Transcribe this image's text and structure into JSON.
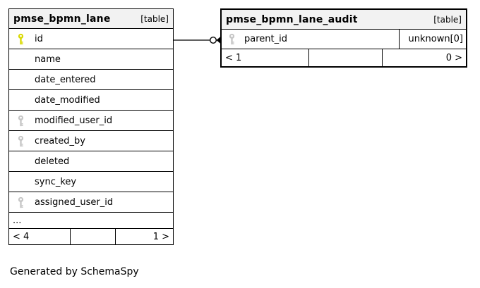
{
  "diagram": {
    "generated_by": "Generated by SchemaSpy",
    "relationship": {
      "from_table": "pmse_bpmn_lane",
      "from_column": "id",
      "to_table": "pmse_bpmn_lane_audit",
      "to_column": "parent_id",
      "end_style": "open-circle-with-arrowhead"
    }
  },
  "tables": [
    {
      "name": "pmse_bpmn_lane",
      "type_label": "[table]",
      "columns": [
        {
          "name": "id",
          "key": "primary",
          "icon": "key-icon"
        },
        {
          "name": "name",
          "key": null,
          "icon": null
        },
        {
          "name": "date_entered",
          "key": null,
          "icon": null
        },
        {
          "name": "date_modified",
          "key": null,
          "icon": null
        },
        {
          "name": "modified_user_id",
          "key": "foreign",
          "icon": "key-icon"
        },
        {
          "name": "created_by",
          "key": "foreign",
          "icon": "key-icon"
        },
        {
          "name": "deleted",
          "key": null,
          "icon": null
        },
        {
          "name": "sync_key",
          "key": null,
          "icon": null
        },
        {
          "name": "assigned_user_id",
          "key": "foreign",
          "icon": "key-icon"
        }
      ],
      "ellipsis": "...",
      "footer": {
        "left": "< 4",
        "middle": "",
        "right": "1 >"
      }
    },
    {
      "name": "pmse_bpmn_lane_audit",
      "type_label": "[table]",
      "columns": [
        {
          "name": "parent_id",
          "key": "foreign",
          "icon": "key-icon",
          "type": "unknown[0]"
        }
      ],
      "footer": {
        "left": "< 1",
        "middle": "",
        "right": "0 >"
      }
    }
  ],
  "colors": {
    "primary_key_icon": "#d9d900",
    "foreign_key_icon": "#c6c6c6",
    "border": "#000000",
    "header_bg": "#f2f2f2",
    "background": "#ffffff"
  }
}
